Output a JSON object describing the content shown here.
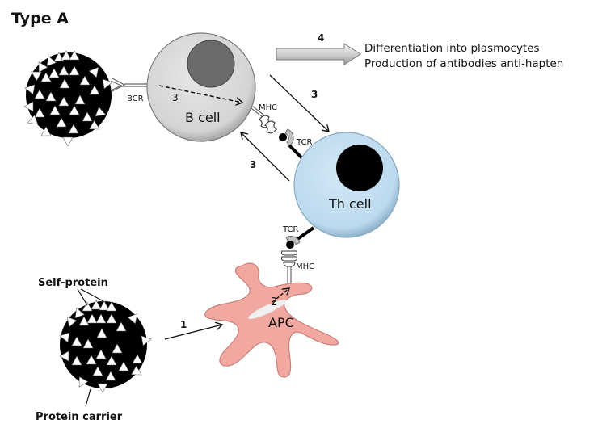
{
  "title": "Type A",
  "labels": {
    "bcr": "BCR",
    "mhc_b": "MHC",
    "tcr_b": "TCR",
    "tcr_apc": "TCR",
    "mhc_apc": "MHC",
    "b_cell": "B cell",
    "th_cell": "Th cell",
    "apc": "APC",
    "self_protein": "Self-protein",
    "protein_carrier": "Protein carrier"
  },
  "steps": {
    "step1": "1",
    "step2": "2",
    "step3_internal": "3",
    "step3_to_th": "3",
    "step3_to_b": "3",
    "step4": "4"
  },
  "outcome": {
    "line1": "Differentiation into plasmocytes",
    "line2": "Production of antibodies anti-hapten"
  },
  "colors": {
    "b_cell_fill": "#d9d9d9",
    "b_cell_nucleus": "#6b6b6b",
    "th_cell_fill": "#c5dff0",
    "th_cell_nucleus": "#000000",
    "apc_fill": "#f0a8a0",
    "carrier_fill": "#000000",
    "hapten_fill": "#ffffff"
  }
}
